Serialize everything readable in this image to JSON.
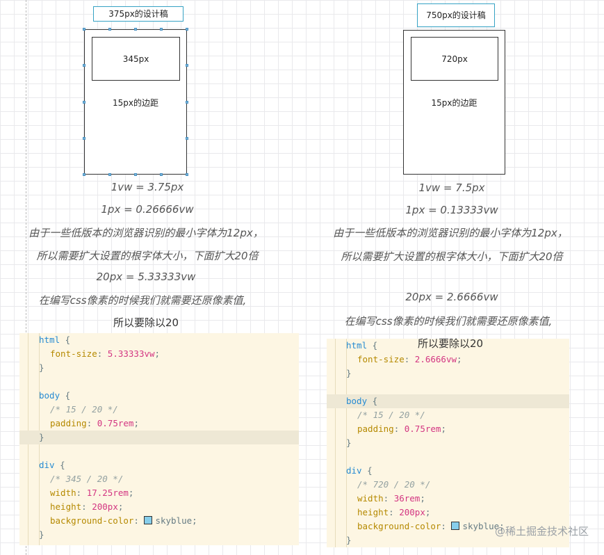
{
  "left": {
    "caption": "375px的设计稿",
    "inner_label": "345px",
    "padding_label": "15px的边距",
    "lines": [
      "1vw = 3.75px",
      "1px = 0.26666vw",
      "由于一些低版本的浏览器识别的最小字体为12px，",
      "所以需要扩大设置的根字体大小，下面扩大20倍",
      "20px = 5.33333vw",
      "在编写css像素的时候我们就需要还原像素值,",
      "所以要除以20"
    ],
    "code": {
      "html_selector": "html",
      "font_size_prop": "font-size",
      "font_size_val": "5.33333vw",
      "body_selector": "body",
      "padding_comment": "/* 15 / 20 */",
      "padding_prop": "padding",
      "padding_val": "0.75rem",
      "div_selector": "div",
      "width_comment": "/* 345 / 20 */",
      "width_prop": "width",
      "width_val": "17.25rem",
      "height_prop": "height",
      "height_val": "200px",
      "bg_prop": "background-color",
      "bg_val": "skyblue"
    }
  },
  "right": {
    "caption": "750px的设计稿",
    "inner_label": "720px",
    "padding_label": "15px的边距",
    "lines": [
      "1vw = 7.5px",
      "1px = 0.13333vw",
      "由于一些低版本的浏览器识别的最小字体为12px，",
      "所以需要扩大设置的根字体大小，下面扩大20倍",
      "20px = 2.6666vw",
      "在编写css像素的时候我们就需要还原像素值,",
      "所以要除以20"
    ],
    "code": {
      "html_selector": "html",
      "font_size_prop": "font-size",
      "font_size_val": "2.6666vw",
      "body_selector": "body",
      "padding_comment": "/* 15 / 20 */",
      "padding_prop": "padding",
      "padding_val": "0.75rem",
      "div_selector": "div",
      "width_comment": "/* 720 / 20 */",
      "width_prop": "width",
      "width_val": "36rem",
      "height_prop": "height",
      "height_val": "200px",
      "bg_prop": "background-color",
      "bg_val": "skyblue"
    }
  },
  "code_symbols": {
    "open_brace": " {",
    "close_brace": "}",
    "colon": ": ",
    "semicolon": ";"
  },
  "colors": {
    "swatch": "#87ceeb",
    "caption_border": "#35a2c4",
    "code_bg": "#fdf6e3"
  },
  "watermark": "@稀土掘金技术社区"
}
